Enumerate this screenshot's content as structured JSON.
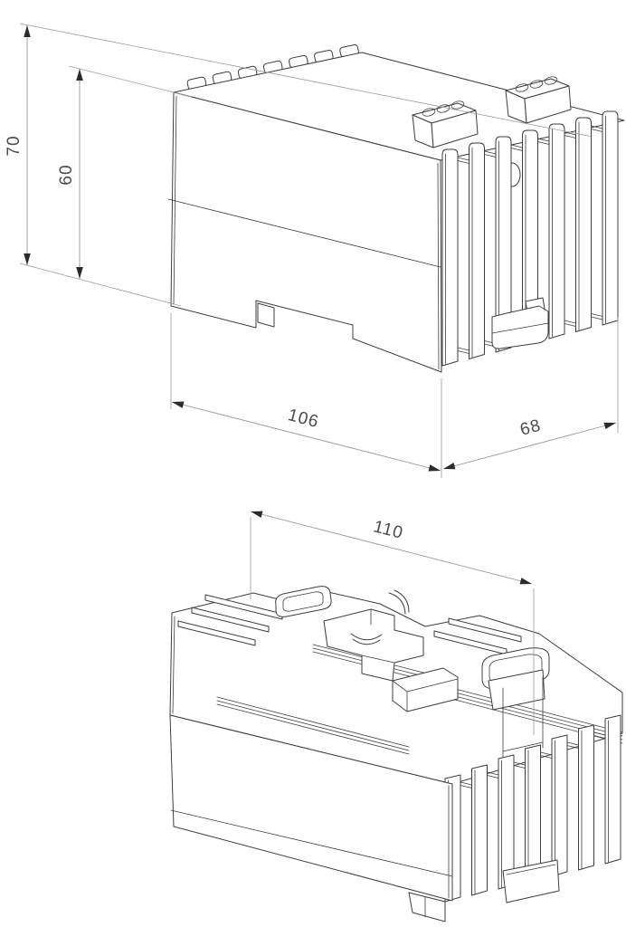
{
  "drawing": {
    "background_color": "#ffffff",
    "outline_color": "#3d3d3d",
    "dimension_line_color": "#9a9a9a",
    "arrow_color": "#2b2b2b",
    "label_color": "#4c4c4c",
    "views": {
      "upper": {
        "dimensions": {
          "overall_height": "70",
          "body_height": "60",
          "overall_width": "106",
          "overall_depth": "68"
        }
      },
      "lower": {
        "dimensions": {
          "overall_width": "110"
        }
      }
    }
  }
}
